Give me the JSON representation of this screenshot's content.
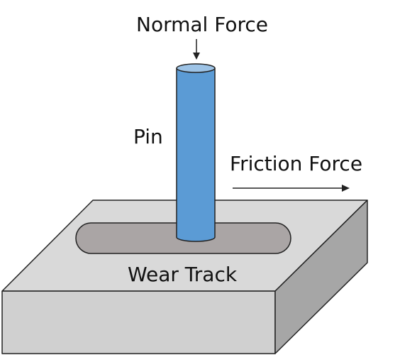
{
  "labels": {
    "normal_force": "Normal Force",
    "pin": "Pin",
    "friction_force": "Friction Force",
    "wear_track": "Wear Track"
  },
  "colors": {
    "pin_body": "#5b9bd5",
    "pin_top": "#9dc3e6",
    "block_top": "#d9d9d9",
    "block_front": "#d0d0d0",
    "block_side": "#a6a6a6",
    "wear_track": "#aaa5a5",
    "outline": "#222222"
  }
}
